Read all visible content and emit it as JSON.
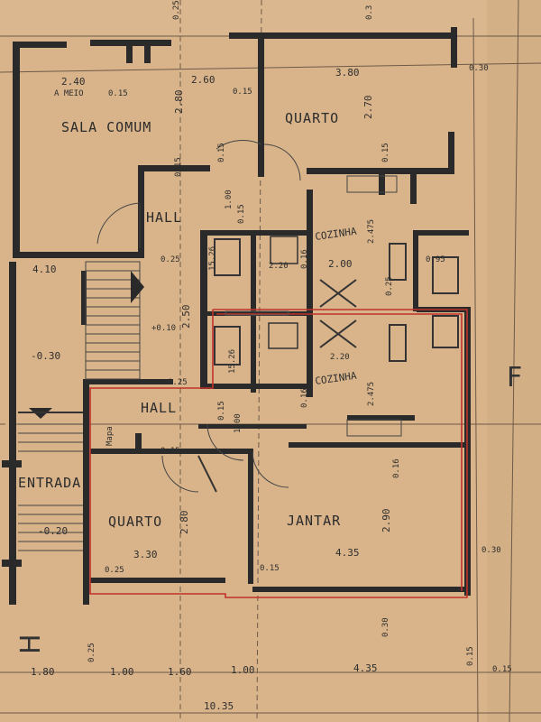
{
  "rooms": {
    "sala_comum": "SALA COMUM",
    "quarto_top": "QUARTO",
    "hall_top": "HALL",
    "cozinha_top": "COZINHA",
    "cozinha_bottom": "COZINHA",
    "hall_bottom": "HALL",
    "entrada": "ENTRADA",
    "quarto_bottom": "QUARTO",
    "jantar": "JANTAR"
  },
  "labels": {
    "a_meio": "A MEIO",
    "mapa": "Mapa",
    "section_f": "F",
    "section_h": "H"
  },
  "dimensions": {
    "d_240": "2.40",
    "d_015_a": "0.15",
    "d_280_a": "2.80",
    "d_260": "2.60",
    "d_015_b": "0.15",
    "d_380": "3.80",
    "d_270": "2.70",
    "d_030_top": "0.30",
    "d_025_top": "0.25",
    "d_03_top": "0.3",
    "d_015_c": "0.15",
    "d_015_d": "0.15",
    "d_015_e": "0.15",
    "d_100_a": "1.00",
    "d_015_f": "0.15",
    "d_2475_a": "2.475",
    "d_016_a": "0.16",
    "d_410": "4.10",
    "d_025_a": "0.25",
    "d_1526": "15.26",
    "d_220_a": "2.20",
    "d_200": "2.00",
    "d_095": "0.95",
    "d_025_b": "0.25",
    "d_250": "2.50",
    "d_010": "+0.10",
    "d_030_neg": "-0.30",
    "d_1526_b": "15.26",
    "d_220_b": "2.20",
    "d_025_c": "0.25",
    "d_2475_b": "2.475",
    "d_016_b": "0.16",
    "d_100_b": "1.00",
    "d_015_g": "0.15",
    "d_015_h": "0.15",
    "d_280_b": "2.80",
    "d_290": "2.90",
    "d_020_neg": "-0.20",
    "d_330": "3.30",
    "d_435_a": "4.35",
    "d_025_d": "0.25",
    "d_015_i": "0.15",
    "d_016_c": "0.16",
    "d_030_b": "0.30",
    "d_025_e": "0.25",
    "d_180": "1.80",
    "d_100_c": "1.00",
    "d_160": "1.60",
    "d_100_d": "1.00",
    "d_435_b": "4.35",
    "d_015_j": "0.15",
    "d_1035": "10.35",
    "d_015_k": "0.15"
  }
}
